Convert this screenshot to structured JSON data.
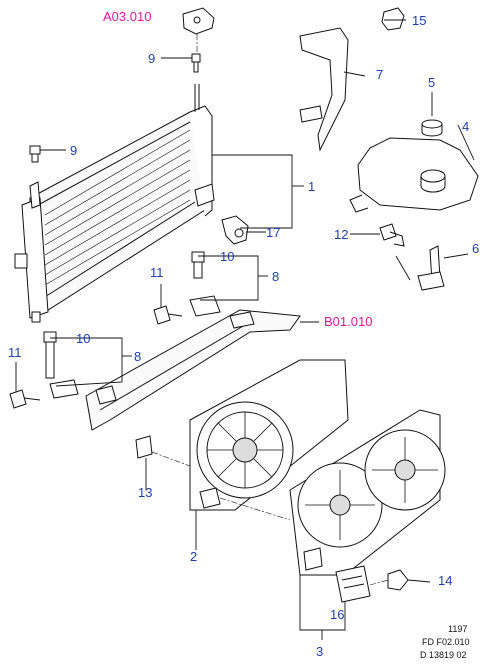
{
  "references": {
    "top": "A03.010",
    "right": "B01.010"
  },
  "callouts": {
    "c15": "15",
    "c9a": "9",
    "c7": "7",
    "c5": "5",
    "c4": "4",
    "c9b": "9",
    "c1": "1",
    "c17": "17",
    "c12": "12",
    "c6": "6",
    "c11a": "11",
    "c10a": "10",
    "c8a": "8",
    "c10b": "10",
    "c11b": "11",
    "c8b": "8",
    "c13": "13",
    "c2": "2",
    "c14": "14",
    "c16": "16",
    "c3": "3"
  },
  "stamp": {
    "line1": "1197",
    "line2": "FD F02.010",
    "line3": "D 13819 02"
  },
  "colors": {
    "callout": "#1f3fa8",
    "reference": "#d61a9c",
    "linework": "#111111"
  }
}
